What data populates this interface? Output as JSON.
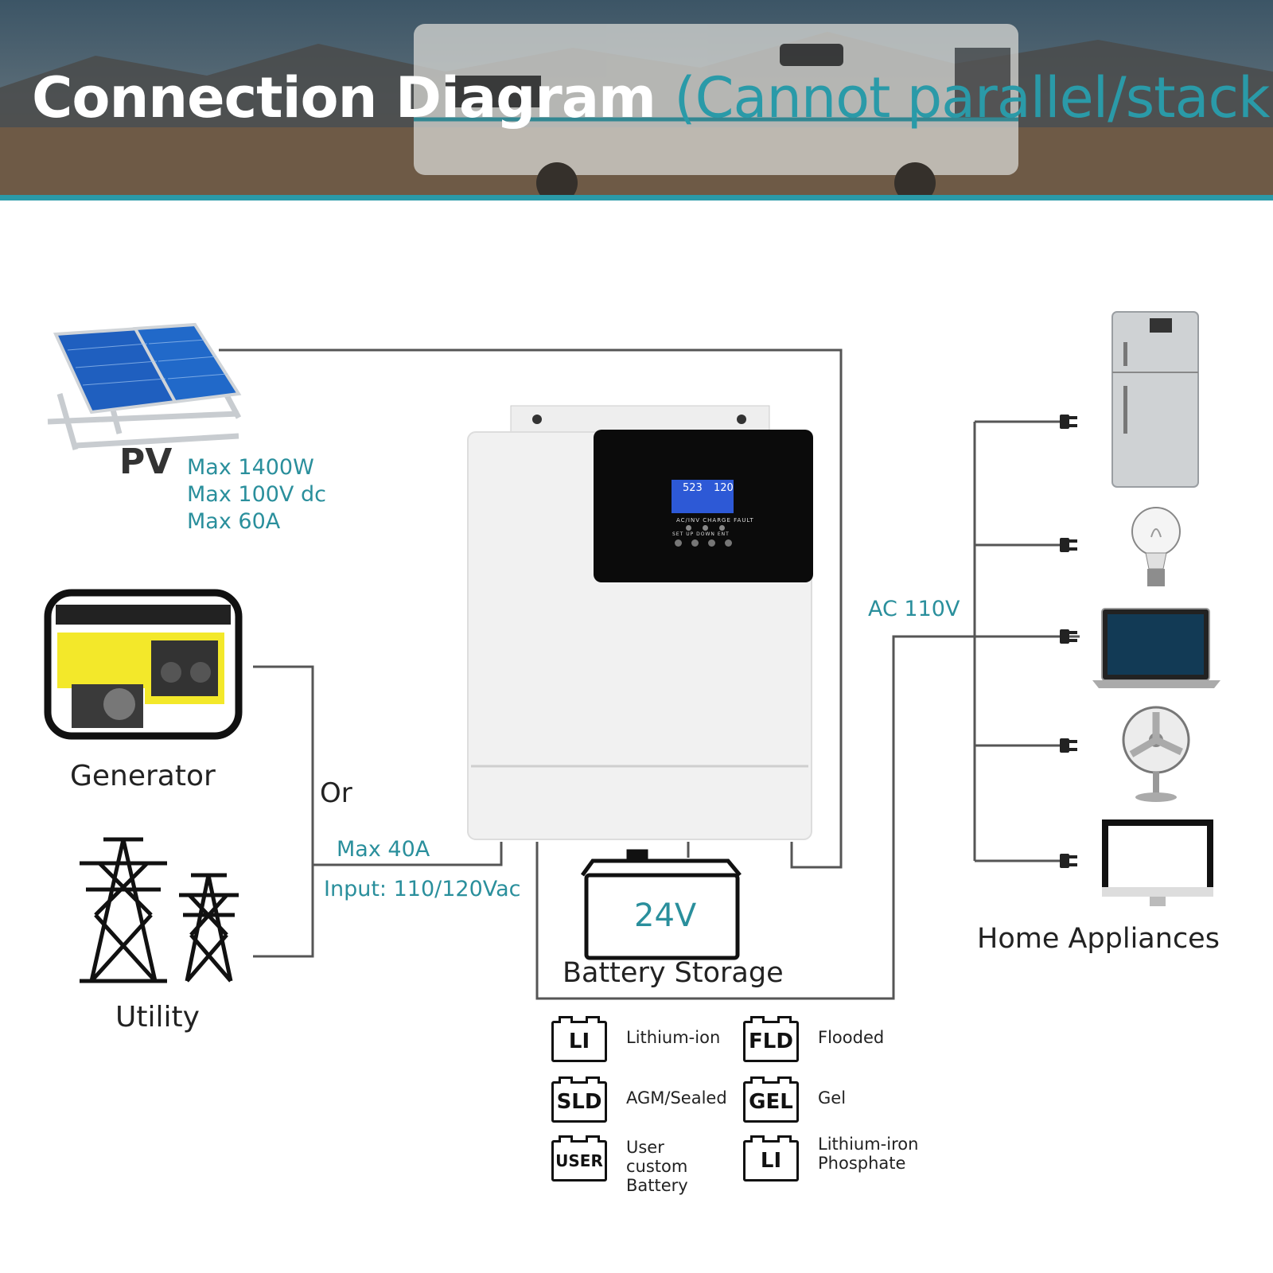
{
  "header": {
    "title": "Connection Diagram",
    "subtitle": "(Cannot parallel/stack)"
  },
  "pv": {
    "label": "PV",
    "specs": [
      "Max 1400W",
      "Max 100V dc",
      "Max 60A"
    ]
  },
  "generator": {
    "label": "Generator"
  },
  "utility": {
    "label": "Utility"
  },
  "or_label": "Or",
  "ac_input": {
    "current": "Max 40A",
    "voltage": "Input: 110/120Vac"
  },
  "ac_output": {
    "label": "AC 110V"
  },
  "battery": {
    "voltage": "24V",
    "label": "Battery Storage"
  },
  "appliances": {
    "label": "Home Appliances"
  },
  "inverter": {
    "screen_left": "523",
    "screen_right": "120",
    "indicators": [
      "AC/INV",
      "CHARGE",
      "FAULT"
    ],
    "buttons": [
      "SET",
      "UP",
      "DOWN",
      "ENT"
    ]
  },
  "battery_types": [
    {
      "badge": "LI",
      "name": "Lithium-ion"
    },
    {
      "badge": "FLD",
      "name": "Flooded"
    },
    {
      "badge": "SLD",
      "name": "AGM/Sealed"
    },
    {
      "badge": "GEL",
      "name": "Gel"
    },
    {
      "badge": "USER",
      "name": "User custom Battery"
    },
    {
      "badge": "LI",
      "name": "Lithium-iron Phosphate"
    }
  ],
  "colors": {
    "accent": "#2a9aa8",
    "line": "#555555"
  }
}
